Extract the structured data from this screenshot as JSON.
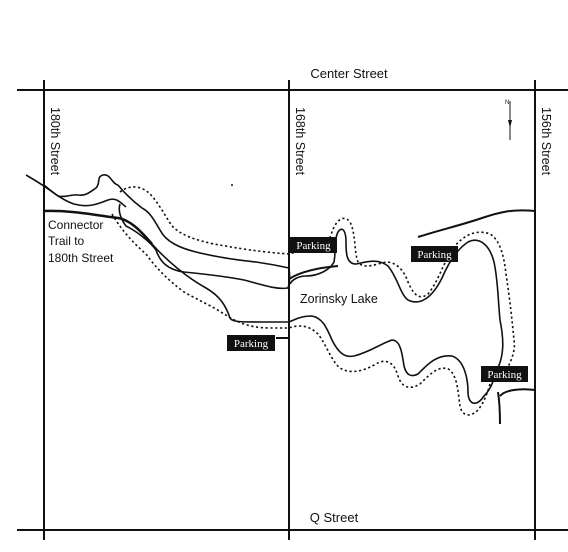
{
  "streets": {
    "north": "Center Street",
    "south": "Q Street",
    "west": "180th Street",
    "middle": "168th Street",
    "east": "156th Street"
  },
  "connector_label": [
    "Connector",
    "Trail to",
    "180th Street"
  ],
  "lake_name": "Zorinsky Lake",
  "parking": [
    {
      "label": "Parking"
    },
    {
      "label": "Parking"
    },
    {
      "label": "Parking"
    },
    {
      "label": "Parking"
    }
  ],
  "north_arrow": "N",
  "colors": {
    "ink": "#111111",
    "background": "#ffffff",
    "parking_fill": "#111111",
    "parking_text": "#ffffff"
  }
}
